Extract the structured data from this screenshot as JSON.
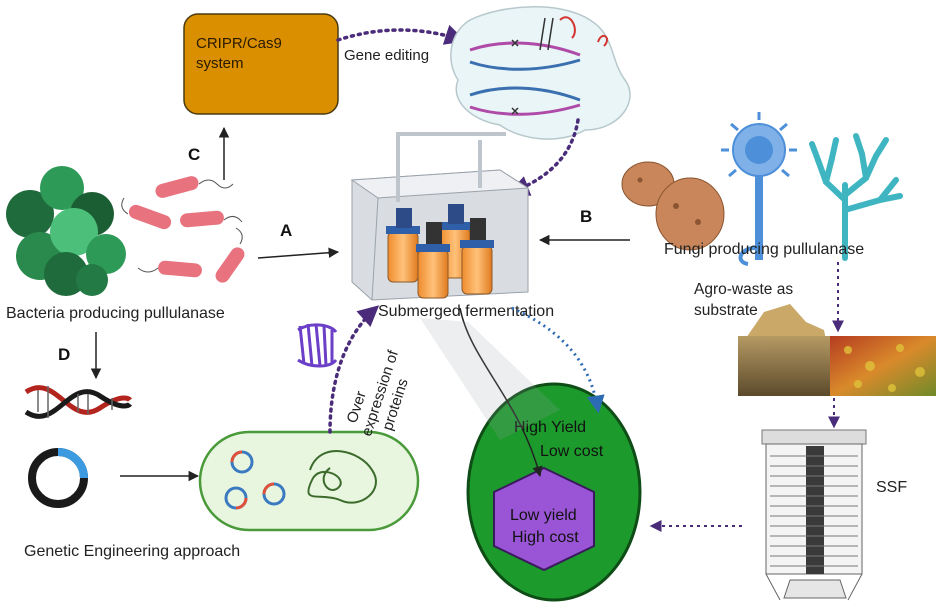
{
  "labels": {
    "crispr_box_line1": "CRIPR/Cas9",
    "crispr_box_line2": "system",
    "gene_editing": "Gene editing",
    "letter_a": "A",
    "letter_b": "B",
    "letter_c": "C",
    "letter_d": "D",
    "bacteria_caption": "Bacteria producing pullulanase",
    "fungi_caption": "Fungi producing pullulanase",
    "submerged_caption": "Submerged fermentation",
    "agro_line1": "Agro-waste as",
    "agro_line2": "substrate",
    "ssf": "SSF",
    "overexpression_line1": "Over",
    "overexpression_line2": "expression of",
    "overexpression_line3": "proteins",
    "genetic_caption": "Genetic Engineering  approach",
    "high_yield": "High Yield",
    "low_cost": "Low cost",
    "low_yield": "Low yield",
    "high_cost": "High cost"
  },
  "colors": {
    "crispr_box": "#D98F00",
    "cocci": "#2E9A58",
    "rod_bacteria": "#E8727E",
    "arrow_dotted": "#4A2C7A",
    "arrow_blue": "#2E6BB5",
    "green_circle": "#1D9A2C",
    "hexagon": "#9A55D6",
    "fungi_blue": "#4D8FD8",
    "fungi_teal": "#3EB5C0",
    "cell_green": "#E8F6E0"
  }
}
